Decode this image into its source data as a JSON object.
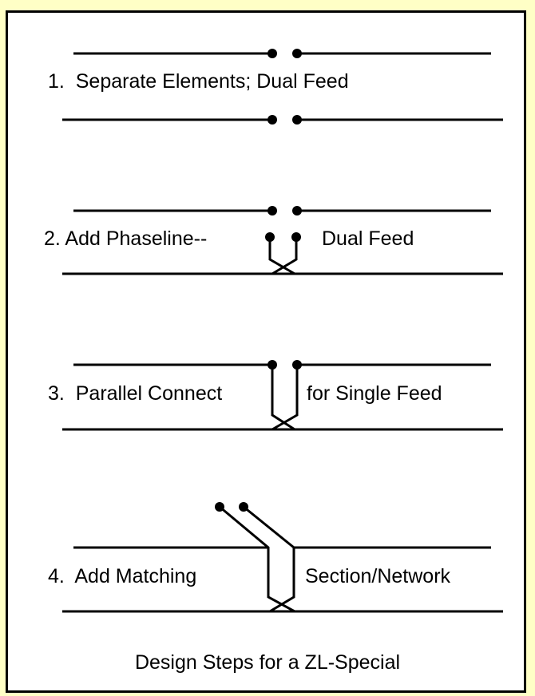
{
  "diagram": {
    "steps": [
      {
        "label": "1.  Separate Elements; Dual Feed"
      },
      {
        "label": "2. Add Phaseline--",
        "label_right": "Dual Feed"
      },
      {
        "label": "3.  Parallel Connect",
        "label_right": "for Single Feed"
      },
      {
        "label": "4.  Add Matching",
        "label_right": "Section/Network"
      }
    ],
    "caption": "Design Steps for a ZL-Special"
  },
  "colors": {
    "page_background": "#ffffc6",
    "panel_background": "#ffffff",
    "ink": "#000000"
  }
}
